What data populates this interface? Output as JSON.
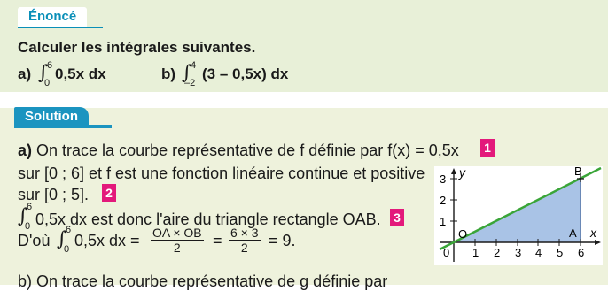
{
  "enonce": {
    "tab_label": "Énoncé",
    "instruction": "Calculer les intégrales suivantes.",
    "item_a_label": "a)",
    "item_a_lower": "0",
    "item_a_upper": "6",
    "item_a_integrand": "0,5x dx",
    "item_b_label": "b)",
    "item_b_lower": "–2",
    "item_b_upper": "4",
    "item_b_integrand": "(3 – 0,5x) dx"
  },
  "solution": {
    "tab_label": "Solution",
    "line1_a": "a)",
    "line1_text": "On trace la courbe représentative de f définie par f(x) = 0,5x",
    "badge1": "1",
    "line2_text": "sur [0 ; 6] et f est une fonction linéaire continue et positive",
    "line3_text": "sur [0 ; 5].",
    "badge2": "2",
    "line4_lower": "0",
    "line4_upper": "6",
    "line4_text": "0,5x dx est donc l'aire du triangle rectangle OAB.",
    "badge3": "3",
    "line5_prefix": "D'où",
    "line5_lower": "0",
    "line5_upper": "6",
    "line5_integrand": "0,5x dx =",
    "frac1_num": "OA × OB",
    "frac1_den": "2",
    "frac2_num": "6 × 3",
    "frac2_den": "2",
    "line5_result": "= 9.",
    "line6_partial": "b) On trace la courbe représentative de g définie par"
  },
  "graph": {
    "x_axis_label": "x",
    "y_axis_label": "y",
    "x_ticks": [
      "1",
      "2",
      "3",
      "4",
      "5",
      "6"
    ],
    "y_ticks": [
      "1",
      "2",
      "3"
    ],
    "origin_label": "0",
    "point_o": "O",
    "point_a": "A",
    "point_b": "B",
    "line_color": "#3aa538",
    "fill_color": "#a9c3e6"
  }
}
